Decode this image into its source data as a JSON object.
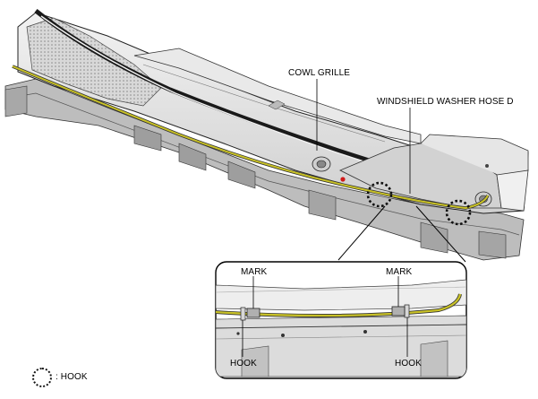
{
  "diagram": {
    "labels": {
      "cowl_grille": "COWL GRILLE",
      "washer_hose": "WINDSHIELD WASHER HOSE D",
      "mark_left": "MARK",
      "mark_right": "MARK",
      "hook_left": "HOOK",
      "hook_right": "HOOK"
    },
    "legend": {
      "hook_text": ": HOOK",
      "symbol": "dotted-circle"
    },
    "colors": {
      "hose": "#c9c227",
      "part_fill": "#e4e4e4",
      "part_shadow": "#9a9a9a",
      "mark_block": "#b0b0b0",
      "clip_red": "#d11a1a"
    }
  }
}
